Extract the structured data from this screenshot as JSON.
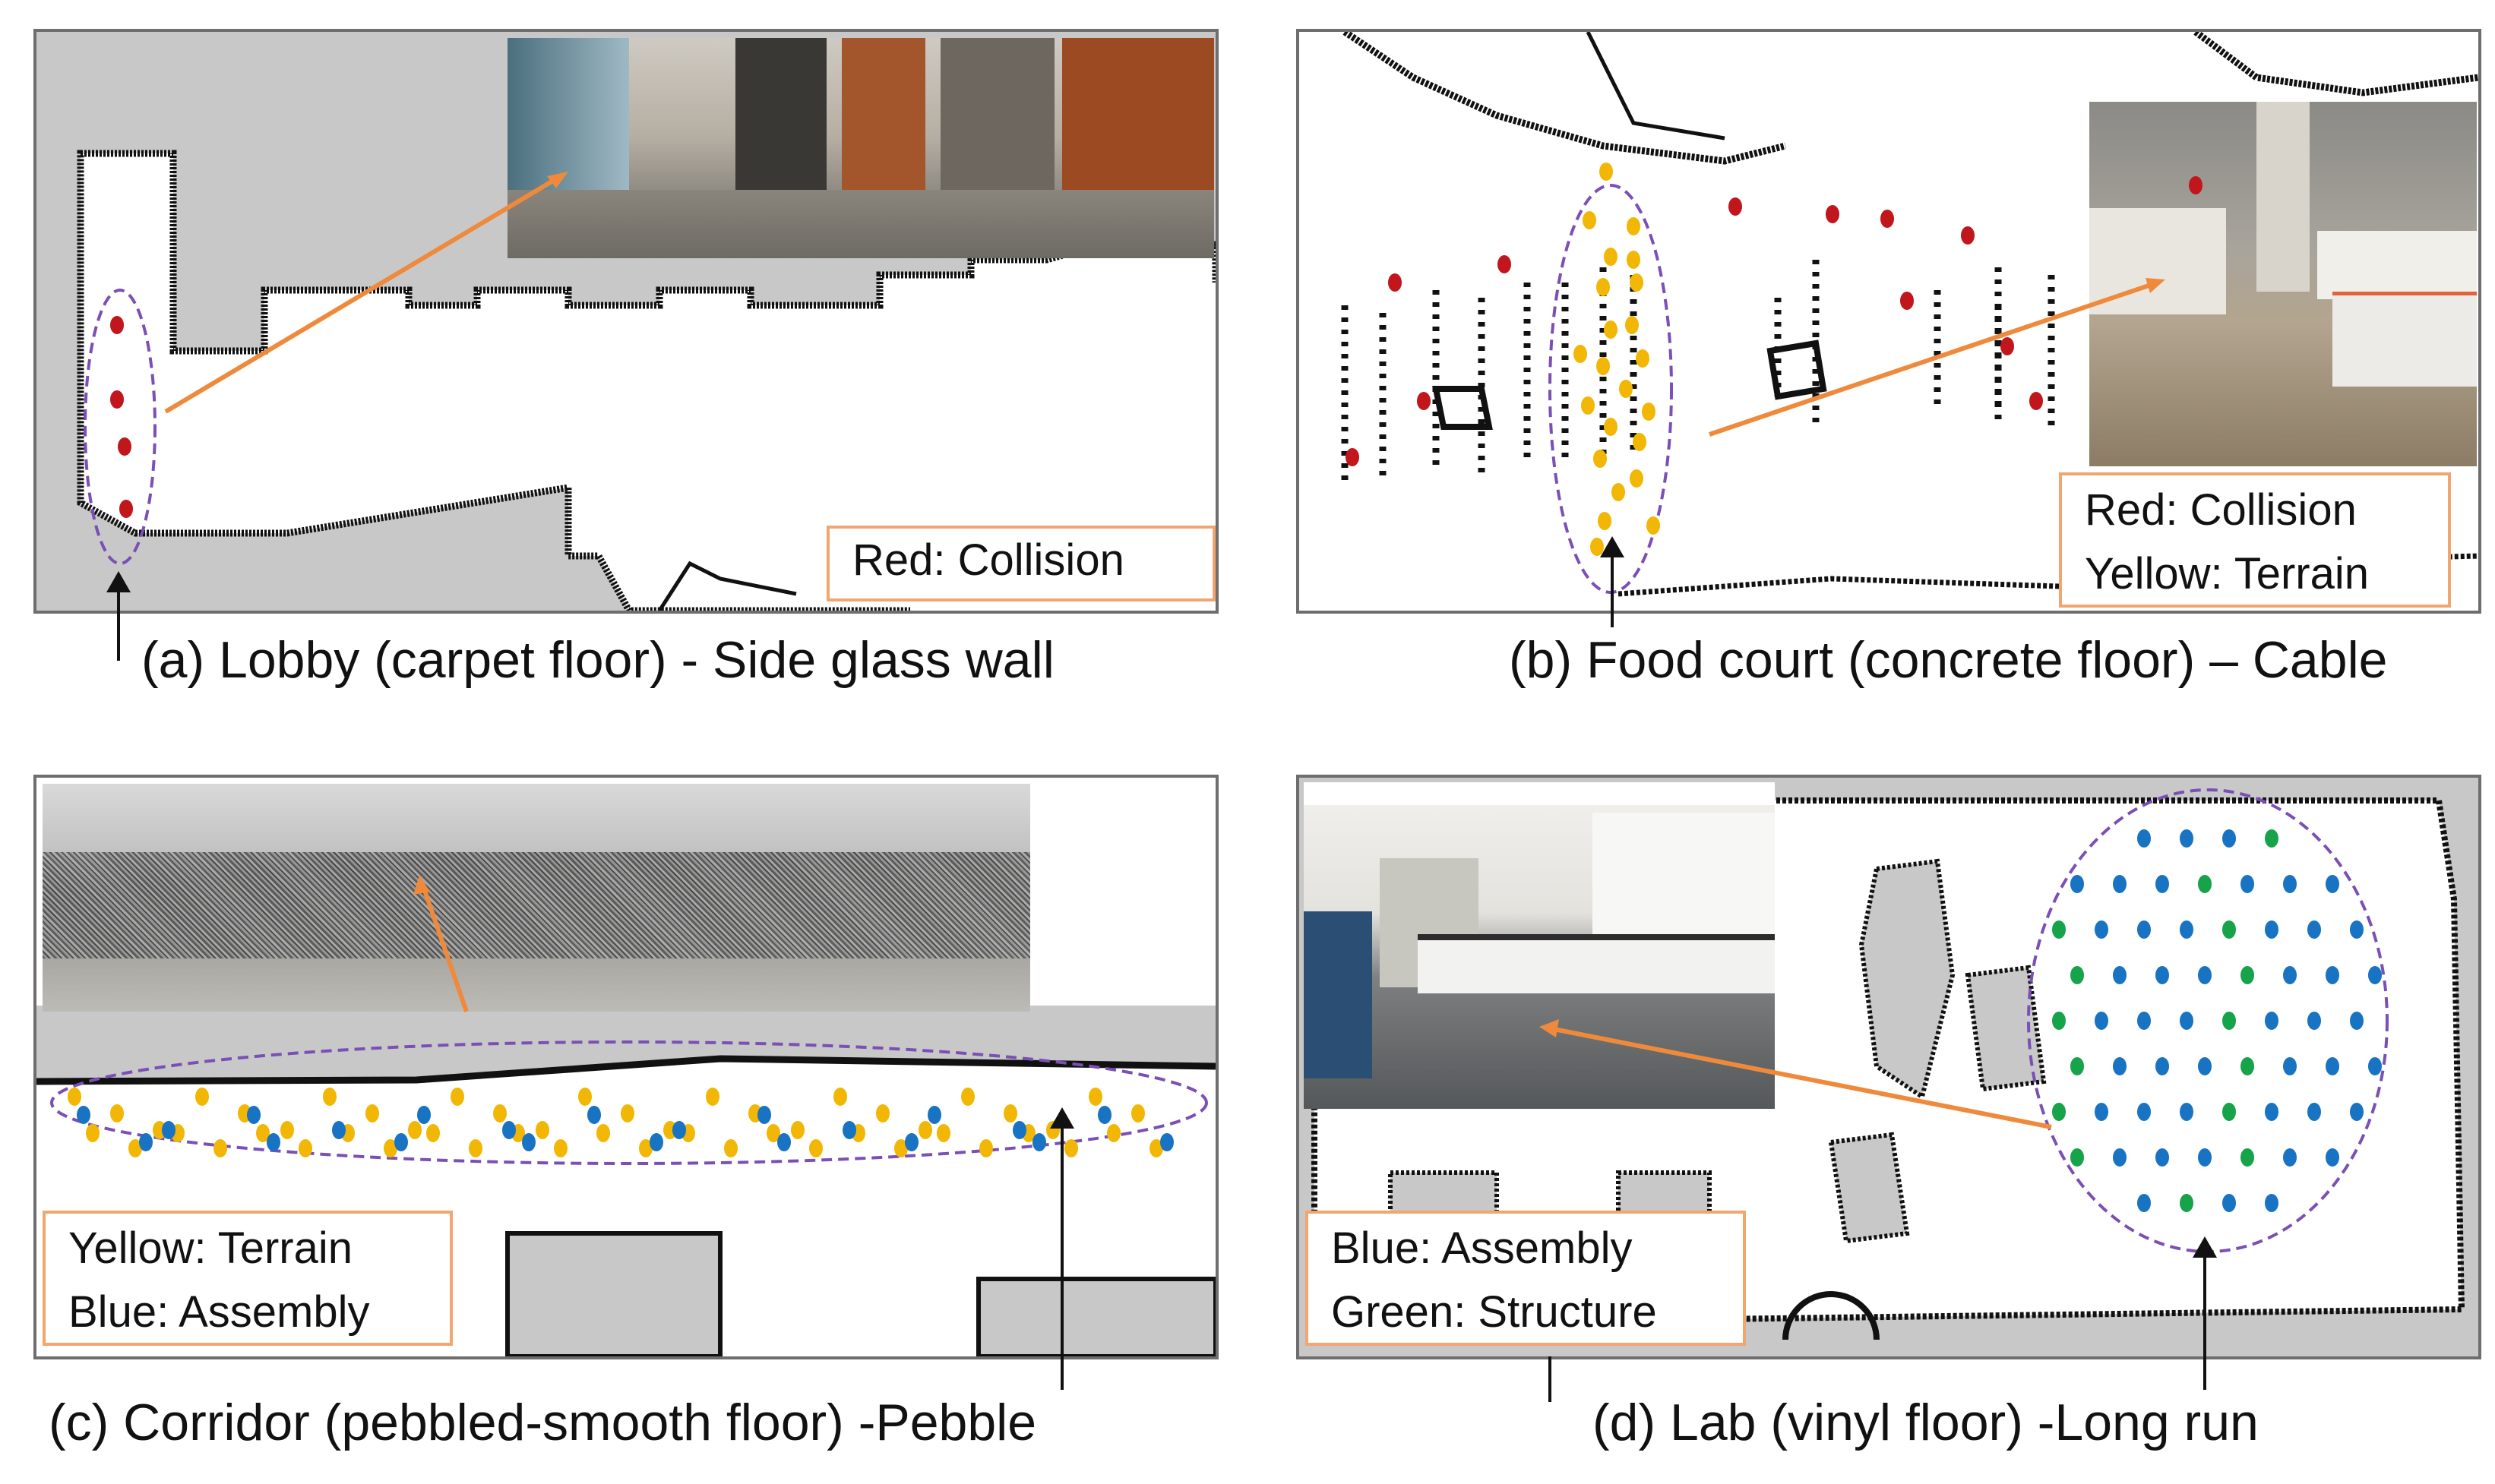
{
  "panels": {
    "a": {
      "caption": "(a) Lobby (carpet floor) - Side glass wall",
      "legend": [
        "Red: Collision"
      ]
    },
    "b": {
      "caption": "(b) Food court (concrete floor) – Cable",
      "legend": [
        "Red: Collision",
        "Yellow: Terrain"
      ]
    },
    "c": {
      "caption": "(c) Corridor (pebbled-smooth floor) -Pebble",
      "legend": [
        "Yellow: Terrain",
        "Blue: Assembly"
      ]
    },
    "d": {
      "caption": "(d) Lab (vinyl floor) -Long run",
      "legend": [
        "Blue: Assembly",
        "Green: Structure"
      ]
    }
  },
  "colors": {
    "collision": "#c0161c",
    "terrain": "#f2b705",
    "assembly": "#1873c2",
    "structure": "#16a34a",
    "arrow": "#ef8a3c",
    "ellipse": "#7b4fb5",
    "legend_border": "#f0a66e"
  }
}
